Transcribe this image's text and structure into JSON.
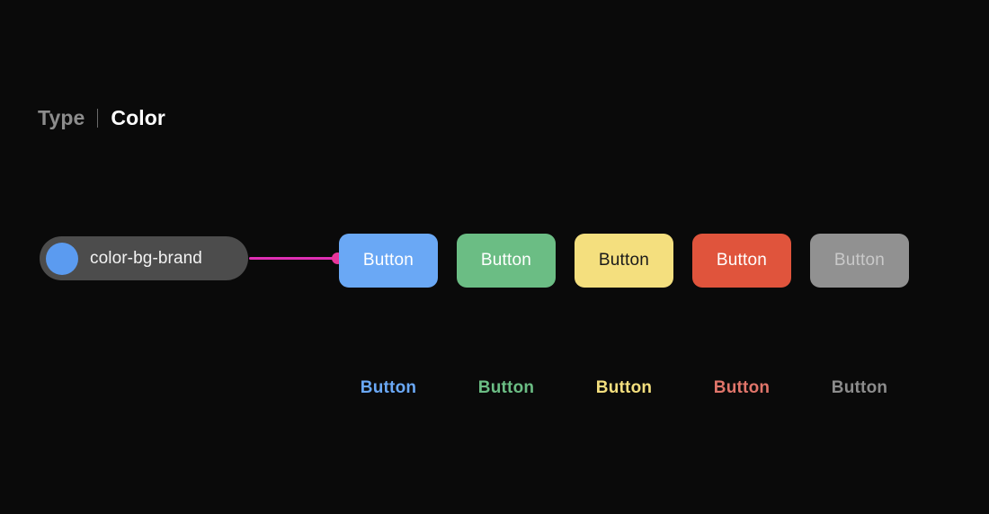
{
  "page": {
    "background": "#0a0a0a"
  },
  "header": {
    "type_label": "Type",
    "separator": "|",
    "color_label": "Color"
  },
  "token": {
    "name": "color-bg-brand",
    "swatch_color": "#5b9bf0",
    "pill_background": "#4c4c4c"
  },
  "connector": {
    "line_color": "#df2fb4",
    "dot_color": "#e8359a"
  },
  "buttons": [
    {
      "label": "Button",
      "background": "#6aa8f5",
      "text_color": "#ffffff",
      "variant": "brand"
    },
    {
      "label": "Button",
      "background": "#6bbd84",
      "text_color": "#ffffff",
      "variant": "success"
    },
    {
      "label": "Button",
      "background": "#f4df7e",
      "text_color": "#1a1a1a",
      "variant": "warning"
    },
    {
      "label": "Button",
      "background": "#e0543c",
      "text_color": "#ffffff",
      "variant": "danger"
    },
    {
      "label": "Button",
      "background": "#919191",
      "text_color": "#c9c9c9",
      "variant": "disabled"
    }
  ],
  "text_buttons": [
    {
      "label": "Button",
      "text_color": "#6aa8f5",
      "variant": "brand"
    },
    {
      "label": "Button",
      "text_color": "#6bbd84",
      "variant": "success"
    },
    {
      "label": "Button",
      "text_color": "#f4df7e",
      "variant": "warning"
    },
    {
      "label": "Button",
      "text_color": "#e0756a",
      "variant": "danger"
    },
    {
      "label": "Button",
      "text_color": "#8c8c8c",
      "variant": "disabled"
    }
  ]
}
